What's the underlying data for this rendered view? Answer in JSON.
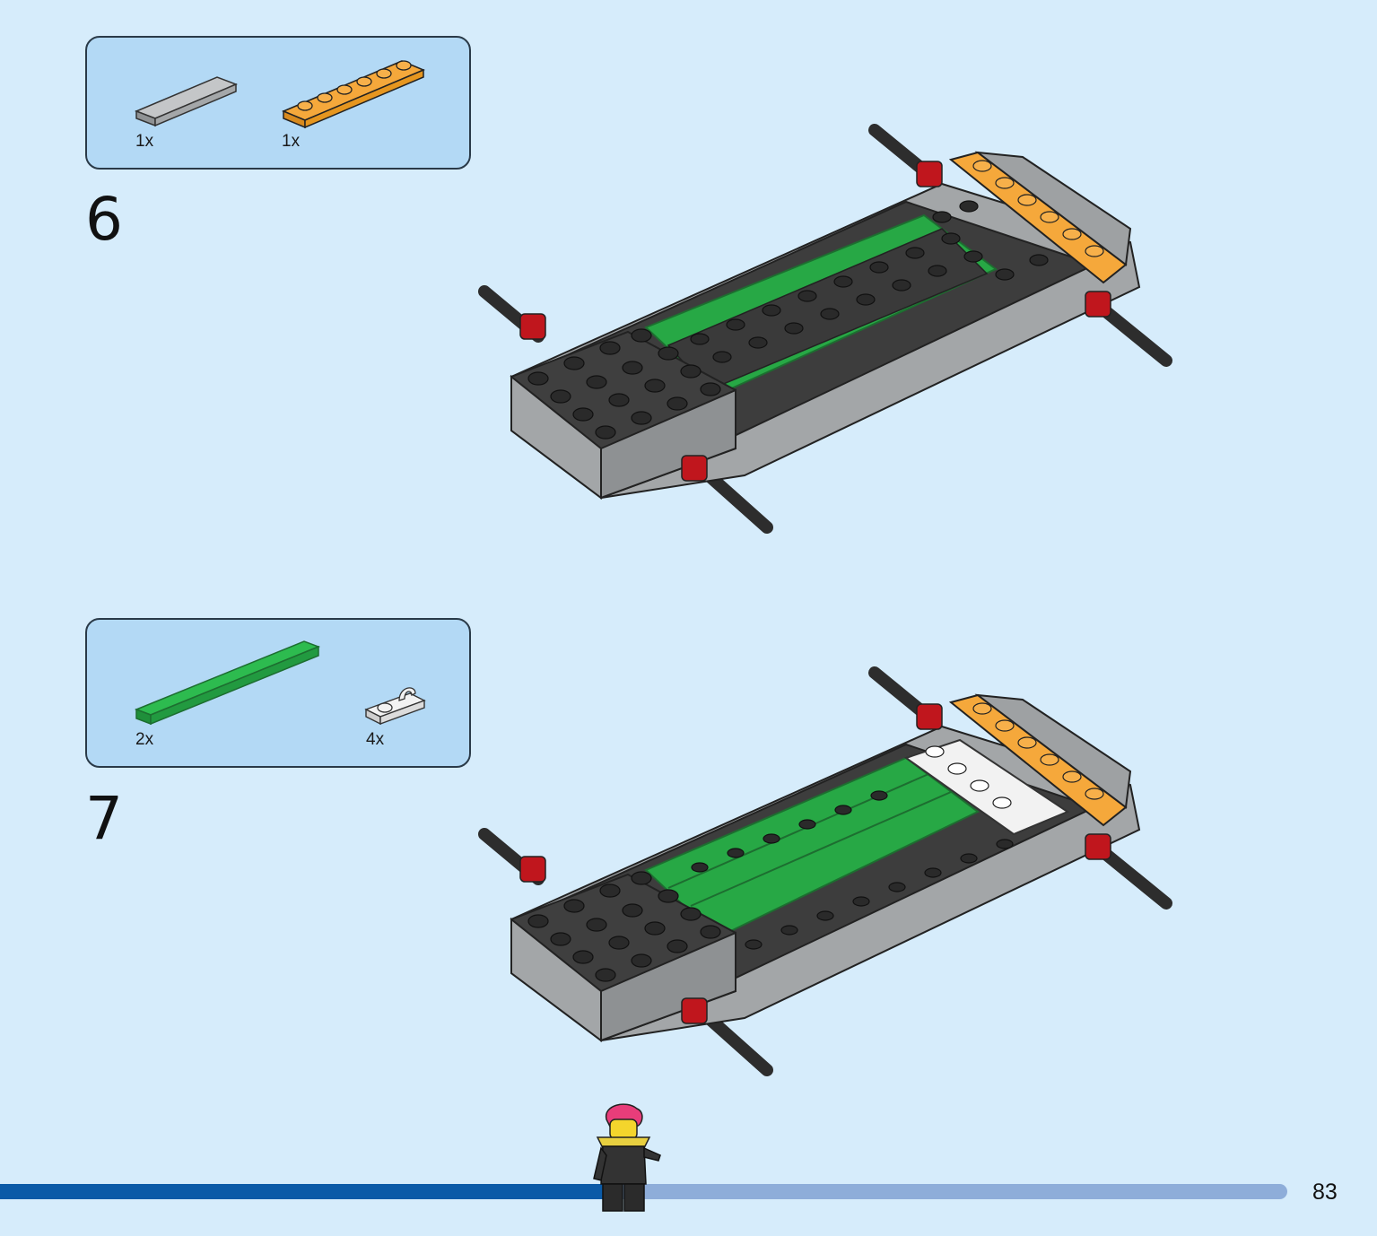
{
  "steps": [
    {
      "number": "6",
      "parts": [
        {
          "name": "gray-tile-1x4",
          "qty": "1x",
          "color": "#9ea1a3"
        },
        {
          "name": "orange-plate-1x6",
          "qty": "1x",
          "color": "#f5a83b"
        }
      ]
    },
    {
      "number": "7",
      "parts": [
        {
          "name": "green-tile-1x8",
          "qty": "2x",
          "color": "#27a845"
        },
        {
          "name": "white-plate-clip",
          "qty": "4x",
          "color": "#f2f2f2"
        }
      ]
    }
  ],
  "colors": {
    "background": "#d6ecfb",
    "parts_box": "#b3d9f5",
    "progress_fill": "#0b5aa7",
    "progress_track": "#8eadd9",
    "dark_brick": "#3d3d3d",
    "light_gray": "#9ea1a3",
    "green": "#27a845",
    "orange": "#f5a83b",
    "red": "#c0161d"
  },
  "footer": {
    "progress_fraction": 0.47,
    "page_number": "83"
  }
}
